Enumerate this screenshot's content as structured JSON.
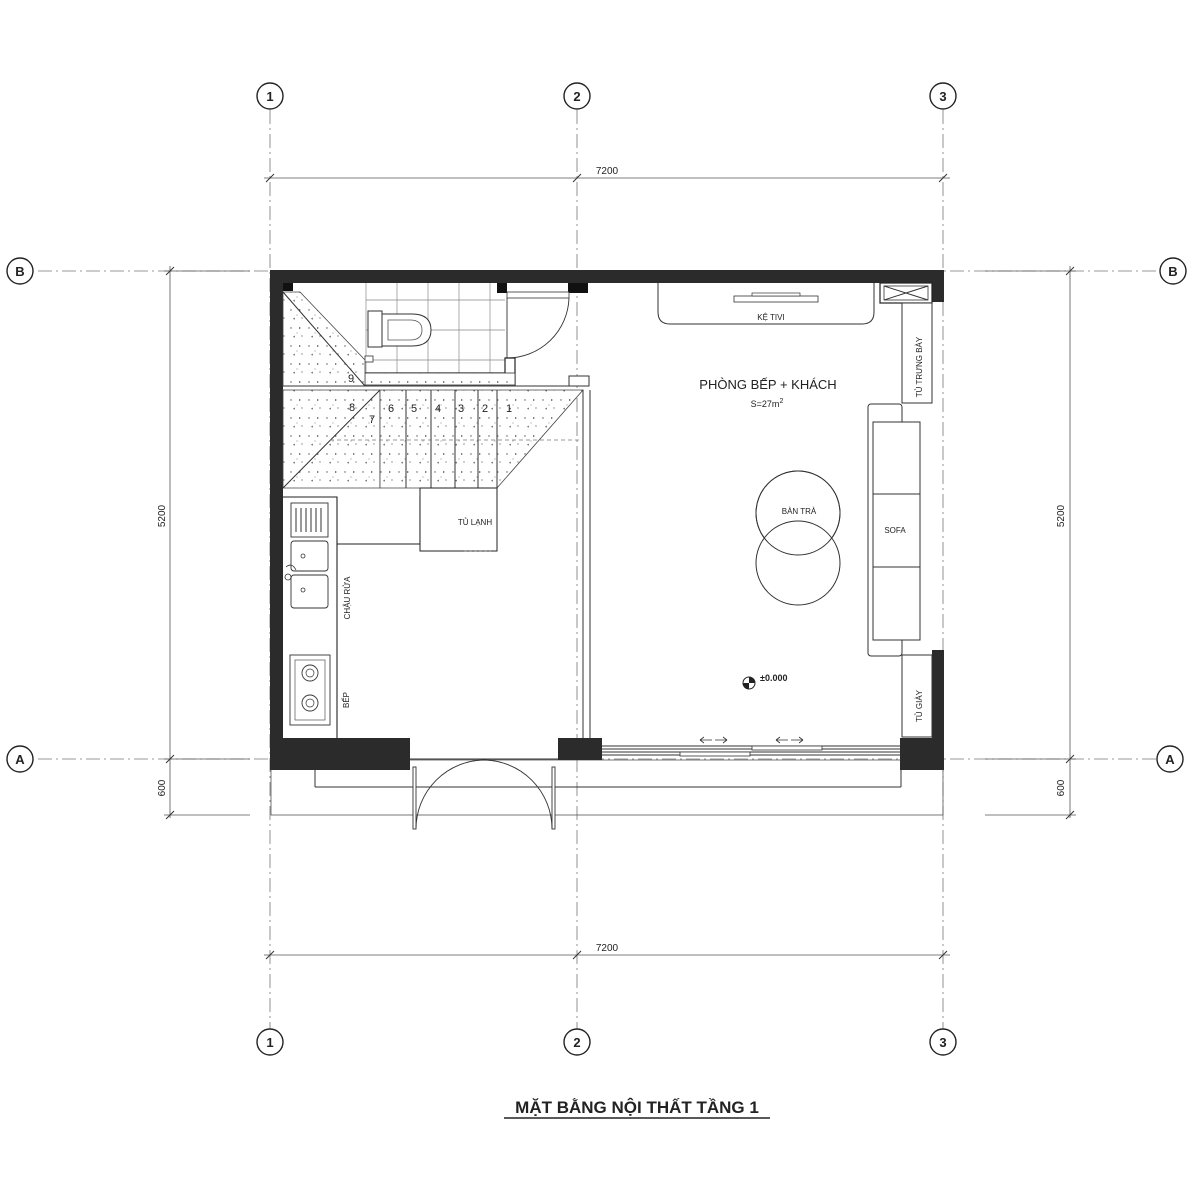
{
  "title": "MẶT BẰNG NỘI THẤT TẦNG 1",
  "grid_axes": {
    "top": [
      "1",
      "2",
      "3"
    ],
    "bottom": [
      "1",
      "2",
      "3"
    ],
    "left": [
      "B",
      "A"
    ],
    "right": [
      "B",
      "A"
    ]
  },
  "dimensions": {
    "top_width": "7200",
    "bottom_width": "7200",
    "left_height": "5200",
    "left_porch": "600",
    "right_height": "5200",
    "right_porch": "600"
  },
  "room": {
    "name": "PHÒNG BẾP + KHÁCH",
    "area_prefix": "S=27m",
    "area_sup": "2"
  },
  "furniture": {
    "tv_shelf": "KỆ TIVI",
    "display_cabinet": "TỦ TRƯNG BÀY",
    "tea_table": "BÀN TRÀ",
    "sofa": "SOFA",
    "shoe_cabinet": "TỦ GIÀY",
    "fridge": "TỦ LẠNH",
    "sink": "CHẬU RỬA",
    "stove": "BẾP"
  },
  "level": "±0.000",
  "stairs": [
    "1",
    "2",
    "3",
    "4",
    "5",
    "6",
    "7",
    "8",
    "9"
  ]
}
